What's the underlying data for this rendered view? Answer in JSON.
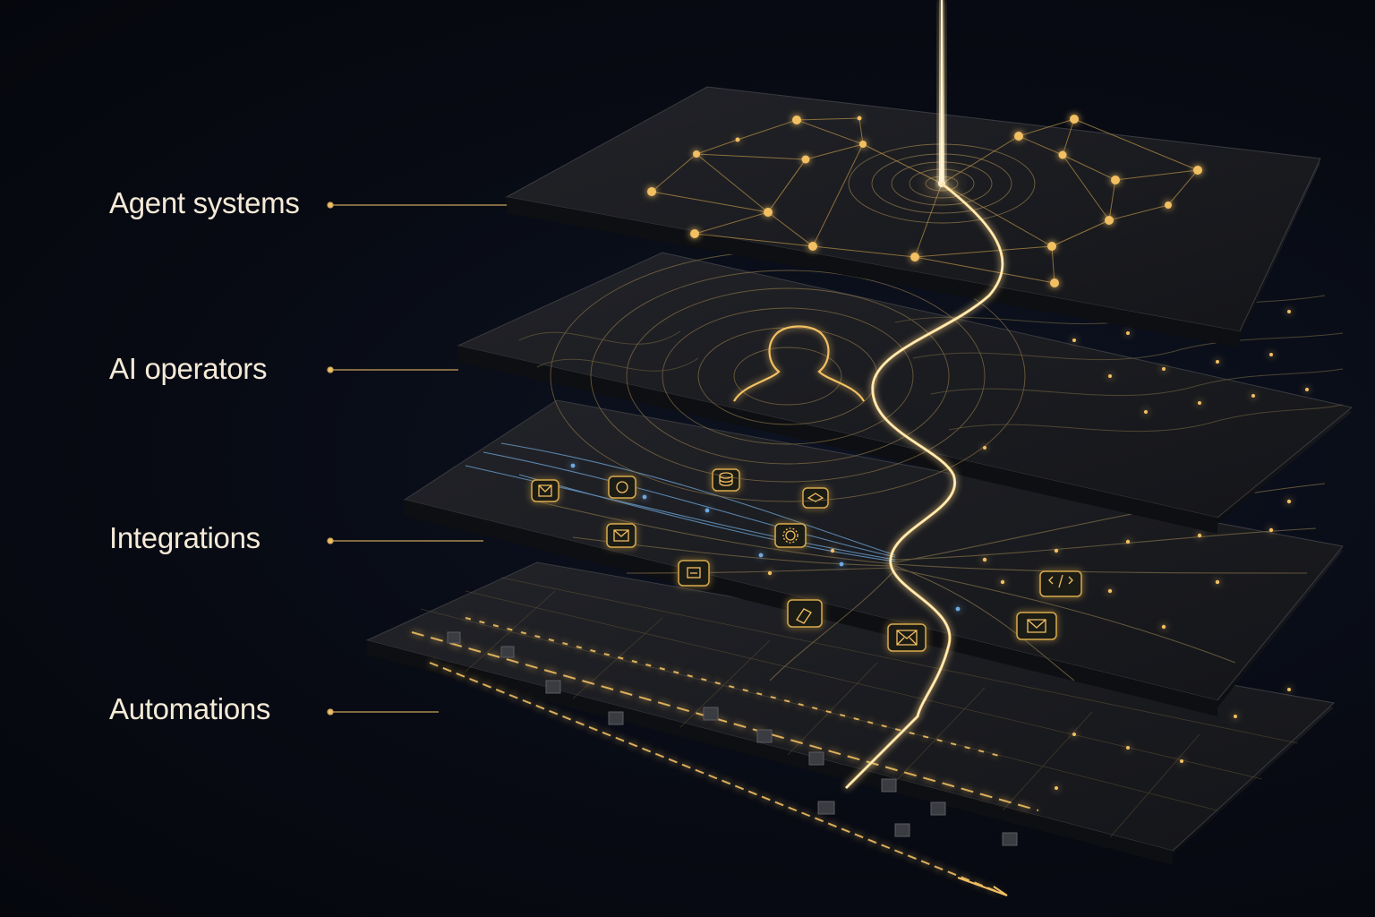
{
  "diagram": {
    "layers": [
      {
        "id": "agent-systems",
        "label": "Agent systems"
      },
      {
        "id": "ai-operators",
        "label": "AI operators"
      },
      {
        "id": "integrations",
        "label": "Integrations"
      },
      {
        "id": "automations",
        "label": "Automations"
      }
    ],
    "icons": [
      "mail-icon",
      "chat-icon",
      "database-icon",
      "cap-icon",
      "mail-icon",
      "gear-icon",
      "doc-icon",
      "code-icon",
      "edit-icon",
      "mail-icon",
      "mail-icon"
    ],
    "colors": {
      "background": "#070a12",
      "plate": "#1b1c20",
      "gold": "#f2c062",
      "glow": "#ffd98a",
      "blue": "#6fa8dc",
      "text": "#f4ead7"
    }
  }
}
